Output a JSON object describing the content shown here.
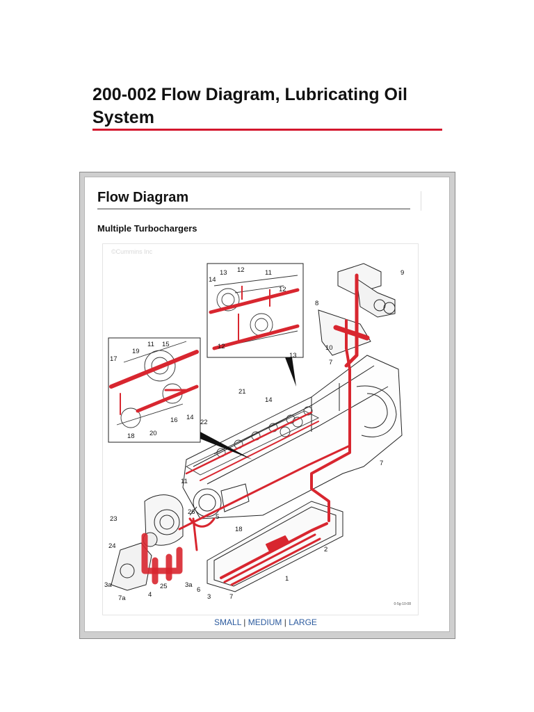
{
  "page": {
    "title": "200-002   Flow Diagram, Lubricating Oil System"
  },
  "panel": {
    "heading": "Flow Diagram",
    "subheading": "Multiple Turbochargers",
    "watermark": "©Cummins Inc",
    "figure_code": "0-5g-10-08",
    "size_links": [
      "SMALL",
      "MEDIUM",
      "LARGE"
    ],
    "separator": "|"
  },
  "diagram": {
    "oil_color": "#d8262f",
    "line_color": "#222222",
    "callouts": {
      "c1": "1",
      "c2": "2",
      "c3": "3",
      "c3a_l": "3a",
      "c3a_r": "3a",
      "c4": "4",
      "c5": "5",
      "c6": "6",
      "c7a": "7a",
      "c7_a": "7",
      "c7_b": "7",
      "c7_c": "7",
      "c8": "8",
      "c9": "9",
      "c10": "10",
      "c11_a": "11",
      "c11_b": "11",
      "c11_c": "11",
      "c12_a": "12",
      "c12_b": "12",
      "c12_c": "12",
      "c13_a": "13",
      "c13_b": "13",
      "c14_a": "14",
      "c14_b": "14",
      "c14_c": "14",
      "c15": "15",
      "c16": "16",
      "c17": "17",
      "c18_a": "18",
      "c18_b": "18",
      "c19": "19",
      "c20": "20",
      "c21": "21",
      "c22": "22",
      "c23": "23",
      "c24": "24",
      "c25": "25",
      "c26": "26"
    }
  }
}
